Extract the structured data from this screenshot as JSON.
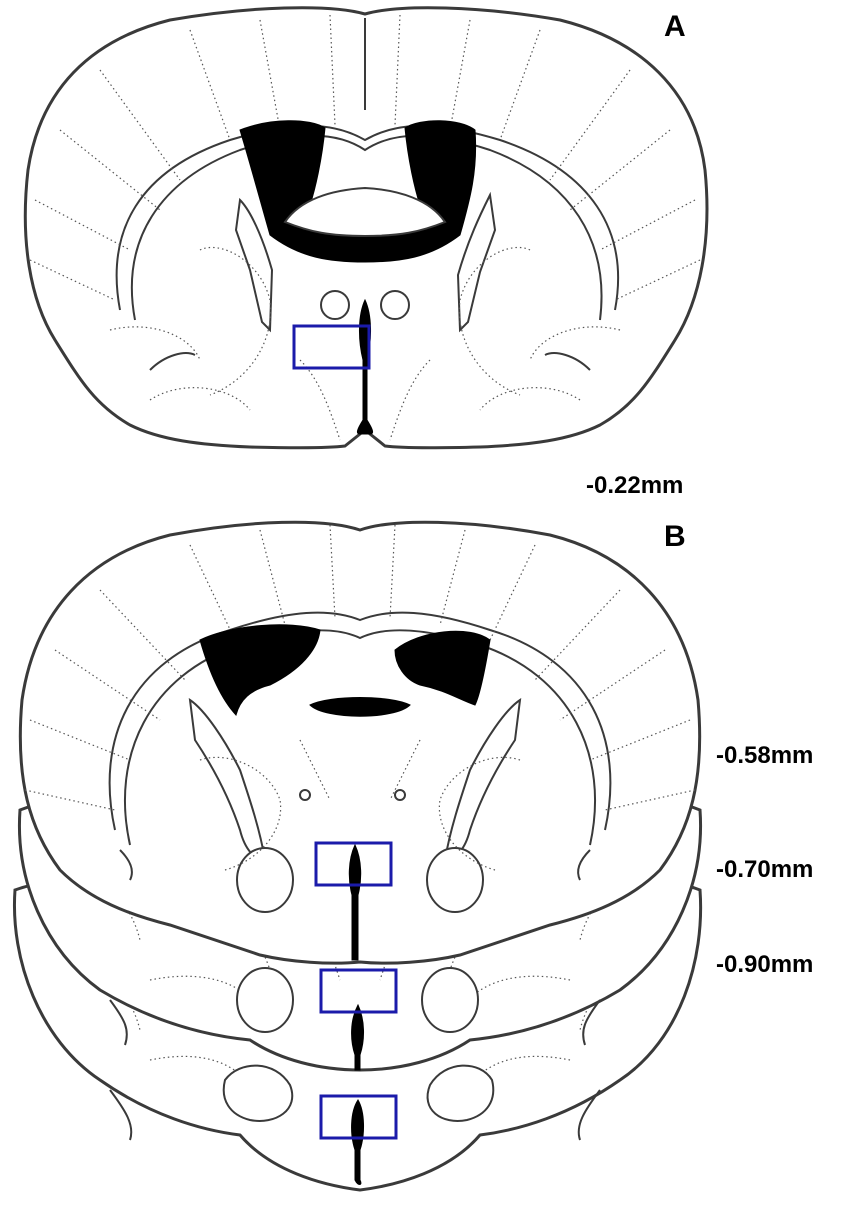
{
  "panels": {
    "a": {
      "letter": "A",
      "coordinate": "-0.22mm"
    },
    "b": {
      "letter": "B",
      "coordinates": [
        "-0.58mm",
        "-0.70mm",
        "-0.90mm"
      ]
    }
  },
  "colors": {
    "outline": "#3a3a3a",
    "ventricle": "#000000",
    "highlight_box": "#1b1baa",
    "background": "#ffffff"
  }
}
